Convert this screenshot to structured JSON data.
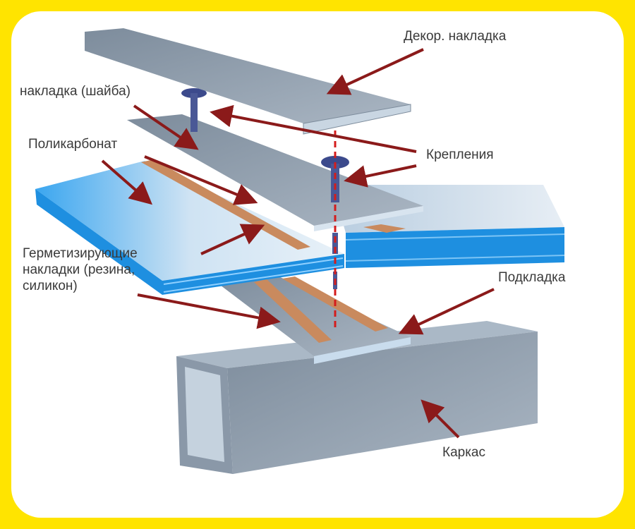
{
  "labels": {
    "decor": "Декор. накладка",
    "washer": "накладка (шайба)",
    "polycarbonate": "Поликарбонат",
    "fasteners": "Крепления",
    "sealing_line1": "Герметизирующие",
    "sealing_line2": "накладки (резина,",
    "sealing_line3": "силикон)",
    "underlay": "Подкладка",
    "frame": "Каркас"
  },
  "colors": {
    "border": "#FFE400",
    "arrow": "#8B1A1A",
    "metal": "#8E9DAE",
    "polycarbonate": "#1E8FE0",
    "rubber": "#C98A5E"
  }
}
